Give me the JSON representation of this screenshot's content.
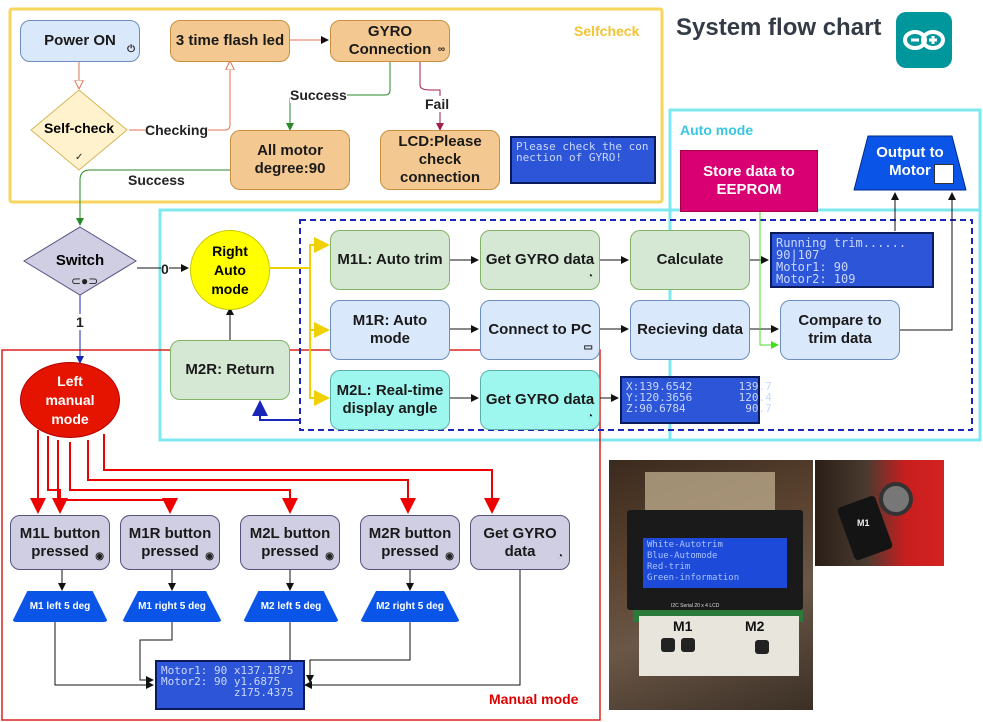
{
  "title": "System flow chart",
  "colors": {
    "selfcheck_border": "#f6d55c",
    "selfcheck_label": "#f5c431",
    "auto_border": "#7de8f0",
    "auto_label": "#39c6e0",
    "manual_border": "#dd2222",
    "manual_label": "#dd0000",
    "dashed_border": "#1a26b8",
    "arduino_teal": "#00979c"
  },
  "icons": [
    "arduino-logo",
    "power-icon",
    "toggle-icon",
    "gauge-icon",
    "monitor-icon",
    "chip-icon"
  ],
  "selfcheck": {
    "label": "Selfcheck",
    "power_on": "Power ON",
    "self_check": "Self-check",
    "flash_led": "3 time flash led",
    "gyro_connection": "GYRO\nConnection",
    "all_motor": "All motor\ndegree:90",
    "lcd_please": "LCD:Please\ncheck\nconnection",
    "lcd_message": "Please check the con\nnection of GYRO!",
    "edge_checking": "Checking",
    "edge_success": "Success",
    "edge_fail": "Fail"
  },
  "main": {
    "edge_success": "Success",
    "switch": "Switch",
    "edge_zero": "0",
    "edge_one": "1"
  },
  "auto": {
    "label": "Auto mode",
    "right_auto_mode": "Right\nAuto\nmode",
    "m2r_return": "M2R: Return",
    "m1l_auto_trim": "M1L: Auto trim",
    "get_gyro_1": "Get GYRO data",
    "calculate": "Calculate",
    "m1r_auto_mode": "M1R: Auto\nmode",
    "connect_pc": "Connect to PC",
    "recieving": "Recieving data",
    "compare": "Compare to\ntrim data",
    "m2l_realtime": "M2L: Real-time\ndisplay angle",
    "get_gyro_2": "Get GYRO data",
    "store_eeprom": "Store data to\nEEPROM",
    "output_motor": "Output to\nMotor",
    "lcd_trim": "Running trim......\n90|107\nMotor1: 90\nMotor2: 109",
    "lcd_angle": "X:139.6542       139.7\nY:120.3656       120.4\nZ:90.6784         90.7"
  },
  "manual": {
    "label": "Manual mode",
    "left_manual_mode": "Left\nmanual\nmode",
    "m1l_button": "M1L button\npressed",
    "m1r_button": "M1R button\npressed",
    "m2l_button": "M2L button\npressed",
    "m2r_button": "M2R button\npressed",
    "get_gyro": "Get GYRO\ndata",
    "m1_left": "M1 left 5 deg",
    "m1_right": "M1 right 5 deg",
    "m2_left": "M2 left 5 deg",
    "m2_right": "M2 right 5 deg",
    "lcd_motor": "Motor1: 90 x137.1875\nMotor2: 90 y1.6875\n           z175.4375"
  },
  "photo": {
    "lcd_lines": "White-Autotrim\nBlue-Automode\nRed-trim\nGreen-information",
    "label_m1": "M1",
    "label_m2": "M2",
    "board_caption": "I2C Serial 20 x 4 LCD",
    "servo_label": "M1"
  }
}
